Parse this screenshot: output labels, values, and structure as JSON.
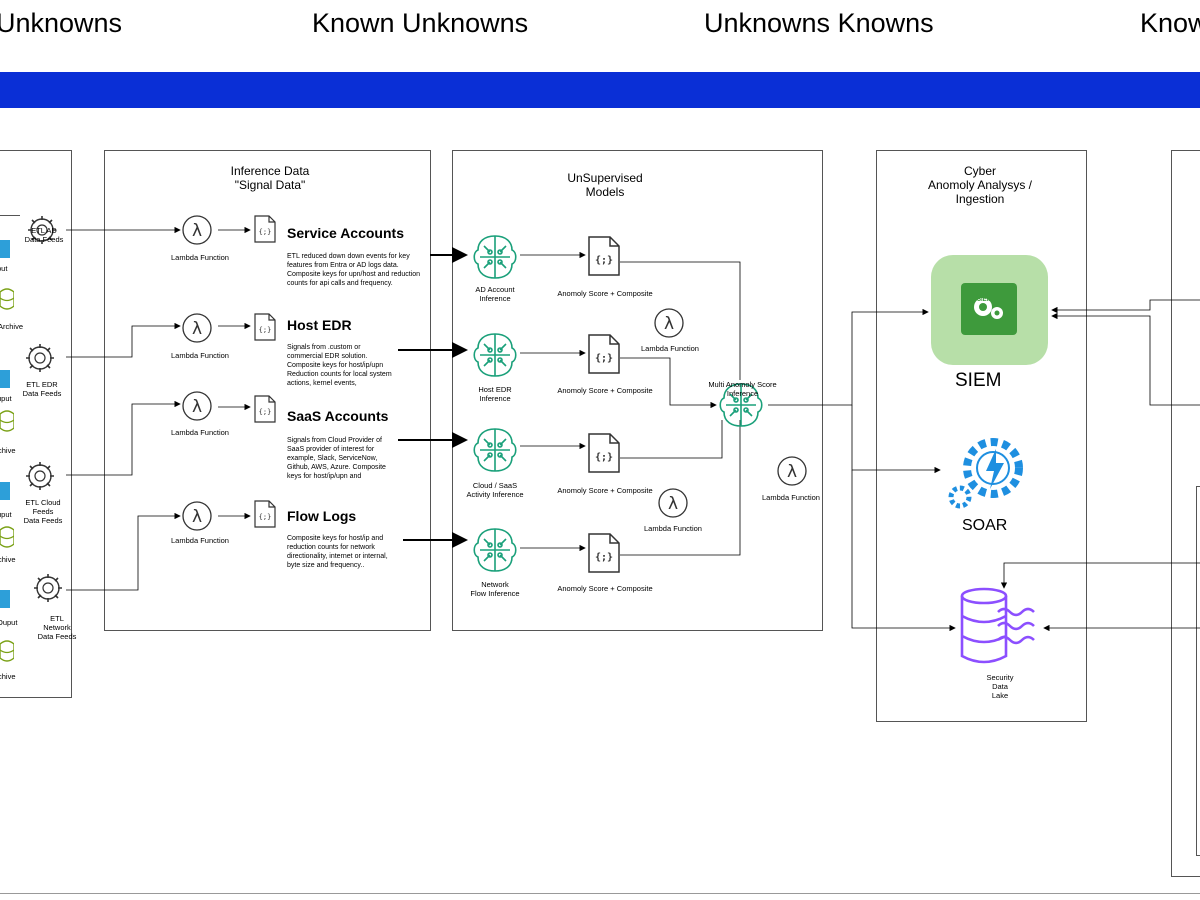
{
  "header": {
    "h1": "Unknowns",
    "h2": "Known Unknowns",
    "h3": "Unknowns Knowns",
    "h4": "Know"
  },
  "left_panel": {
    "etl": [
      {
        "label": "ETL AD\nData Feeds",
        "output": "put",
        "archive": "Archive"
      },
      {
        "label": "ETL EDR\nData Feeds",
        "output": "uput",
        "archive": "chive"
      },
      {
        "label": "ETL Cloud Feeds\nData Feeds",
        "output": "uput",
        "archive": "chive"
      },
      {
        "label": "ETL Network\nData Feeds",
        "output": "Ouput",
        "archive": "chive"
      }
    ]
  },
  "inference_panel": {
    "title_line1": "Inference Data",
    "title_line2": "\"Signal Data\"",
    "lambda_label": "Lambda Function",
    "signals": [
      {
        "title": "Service Accounts",
        "desc": "ETL reduced down down events for key features from Entra or AD logs data. Composite keys for upn/host and reduction counts for api calls and frequency."
      },
      {
        "title": "Host EDR",
        "desc": "Signals from .custom or commercial EDR solution. Composite keys for host/ip/upn Reduction counts for local system actions, kernel events,"
      },
      {
        "title": "SaaS Accounts",
        "desc": "Signals from Cloud Provider of SaaS provider of interest for example, Slack, ServiceNow, Github, AWS, Azure. Composite keys for host/ip/upn and"
      },
      {
        "title": "Flow Logs",
        "desc": "Composite keys for host/ip and reduction counts for network directionality, internet or internal, byte size and frequency.."
      }
    ]
  },
  "unsupervised_panel": {
    "title_line1": "UnSupervised",
    "title_line2": "Models",
    "models": [
      {
        "label": "AD Account\nInference",
        "score": "Anomoly Score + Composite"
      },
      {
        "label": "Host EDR\nInference",
        "score": "Anomoly Score + Composite"
      },
      {
        "label": "Cloud / SaaS\nActivity Inference",
        "score": "Anomoly Score + Composite"
      },
      {
        "label": "Network\nFlow Inference",
        "score": "Anomoly Score + Composite"
      }
    ],
    "lambda_a": "Lambda Function",
    "lambda_b": "Lambda Function",
    "lambda_c": "Lambda Function",
    "multi": "Multi Anomoly Score\nInference"
  },
  "cyber_panel": {
    "title_line1": "Cyber",
    "title_line2": "Anomoly Analysys /",
    "title_line3": "Ingestion",
    "siem_badge": "SIEM",
    "siem": "SIEM",
    "soar": "SOAR",
    "lake": "Security\nData\nLake"
  },
  "colors": {
    "band": "#0a2fd6",
    "ml_green": "#1aa07a",
    "lambda_gray": "#333333",
    "archive_green": "#7aa116",
    "output_blue": "#2d9fd9",
    "siem_bg": "#b7dfa8",
    "siem_inner": "#3e9a3c",
    "soar_blue": "#1e8fe0",
    "lake_purple": "#8c4fff"
  },
  "icons": {
    "lambda": "lambda-icon",
    "ml": "ml-brain-icon",
    "doc": "json-doc-icon",
    "gear": "gear-cycle-icon",
    "siem": "siem-icon",
    "soar": "soar-icon",
    "lake": "data-lake-icon"
  }
}
